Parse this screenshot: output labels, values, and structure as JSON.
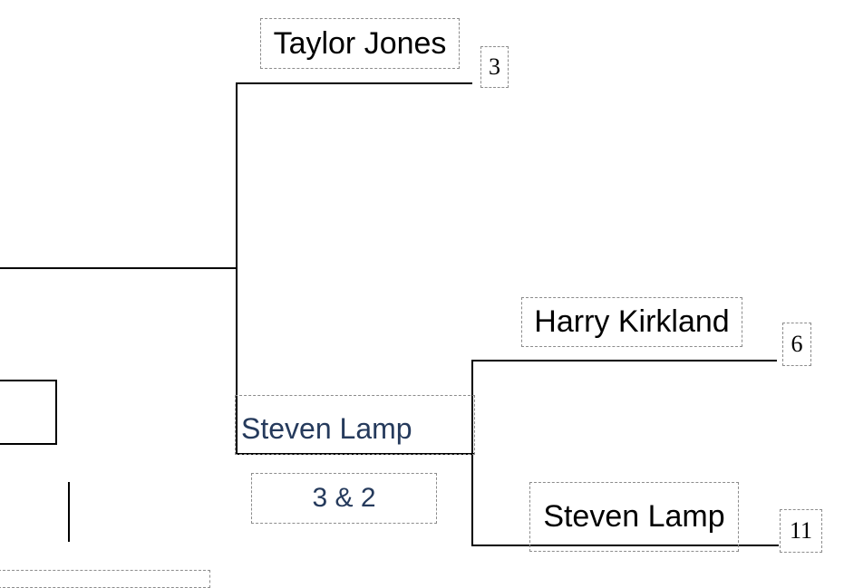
{
  "bracket": {
    "top_match": {
      "player": "Taylor Jones",
      "seed": "3"
    },
    "bottom_match": {
      "player_top": "Harry Kirkland",
      "seed_top": "6",
      "player_bottom": "Steven Lamp",
      "seed_bottom": "11"
    },
    "semifinal_winner": "Steven Lamp",
    "semifinal_score": "3 & 2"
  }
}
